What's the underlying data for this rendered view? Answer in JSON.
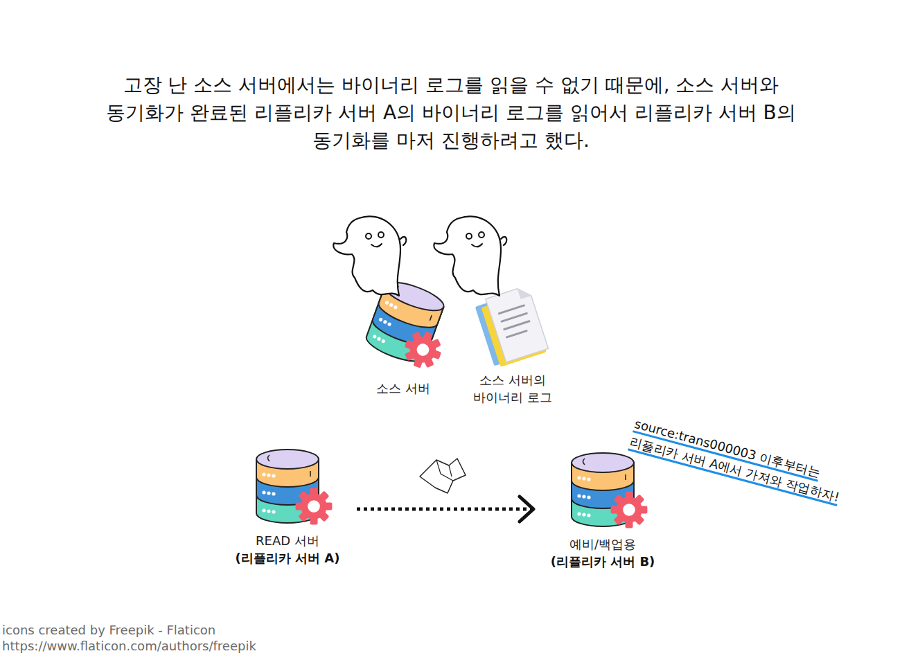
{
  "diagram": {
    "title": "고장 난 소스 서버에서는 바이너리 로그를 읽을 수 없기 때문에, 소스 서버와 동기화가 완료된 리플리카 서버 A의 바이너리 로그를 읽어서 리플리카 서버 B의 동기화를 마저 진행하려고 했다.",
    "nodes": [
      {
        "text": [
          "소스 서버"
        ]
      },
      {
        "text": [
          "소스 서버의 바이너리 로그"
        ]
      },
      {
        "text": [
          "READ 서버",
          "(리플리카 서버 A)"
        ]
      },
      {
        "text": [
          "예비/백업용",
          "(리플리카 서버 B)"
        ]
      }
    ],
    "edges": [
      {
        "from": 2,
        "to": 3,
        "arrow": "to"
      }
    ],
    "labels": [
      "source:trans000003 이후부터는 리플리카 서버 A에서 가져와 작업하자!",
      "icons created by Freepik - Flaticon",
      "https://www.flaticon.com/authors/freepik"
    ]
  }
}
